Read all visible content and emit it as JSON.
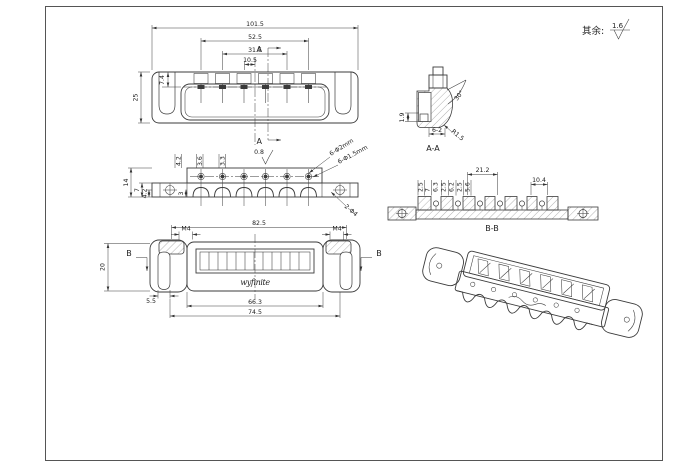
{
  "surface_note": {
    "label": "其余:",
    "roughness": "1.6"
  },
  "section_labels": {
    "a": "A",
    "aa": "A-A",
    "b": "B",
    "bb": "B-B"
  },
  "top_view": {
    "overall_width": "101.5",
    "outer_hole_span": "52.5",
    "mid_hole_span": "31.5",
    "hole_pitch": "10.5",
    "body_depth": "25",
    "slot_depth": "7.4"
  },
  "front_view": {
    "slot_dims": [
      "4.2",
      "3.6",
      "3.3"
    ],
    "roughness": "0.8",
    "callout_upper": "6-Φ2mm",
    "callout_lower": "6-Φ1.5mm",
    "callout_bottom": "2-Φ4",
    "height": "14",
    "dim_7": "7",
    "dim_4_2": "4.2",
    "dim_3": "3"
  },
  "section_aa": {
    "angle": "30°",
    "radius": "R1.5",
    "dim_1_9": "1.9",
    "dim_6_2": "6-2"
  },
  "section_bb": {
    "span": "21.2",
    "chain": [
      "2.5",
      "7",
      "6.3",
      "2.5",
      "6.2",
      "2.5",
      "5.6"
    ],
    "dim_10_4": "10.4"
  },
  "bottom_view": {
    "stud_span": "82.5",
    "thread": "M4",
    "height": "20",
    "slot_width": "5.5",
    "inner_width": "66.3",
    "outer_width": "74.5",
    "logo": "wyfinite"
  }
}
